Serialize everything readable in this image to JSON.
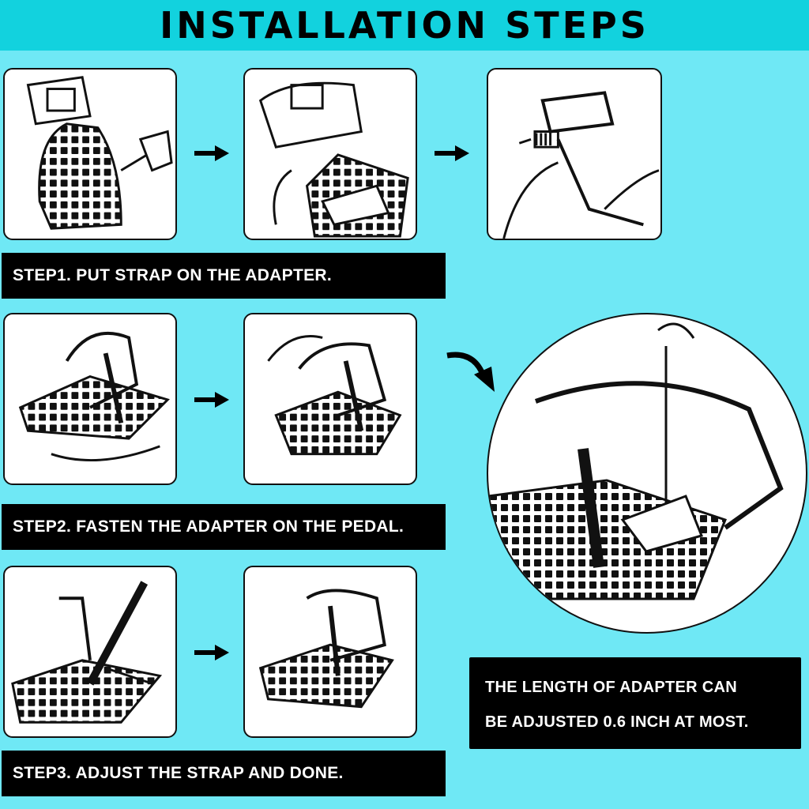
{
  "header": {
    "title": "INSTALLATION STEPS"
  },
  "steps": [
    {
      "label": "STEP1. PUT STRAP ON THE ADAPTER."
    },
    {
      "label": "STEP2. FASTEN THE ADAPTER ON THE PEDAL."
    },
    {
      "label": "STEP3. ADJUST THE STRAP AND DONE."
    }
  ],
  "note": {
    "line1": "THE LENGTH OF ADAPTER CAN",
    "line2": "BE ADJUSTED 0.6 INCH AT MOST."
  },
  "colors": {
    "background": "#6fe8f5",
    "header": "#12d2de",
    "label": "#000000"
  },
  "icons": [
    "right-arrow-icon",
    "curved-arrow-icon",
    "pedal-illustration"
  ]
}
